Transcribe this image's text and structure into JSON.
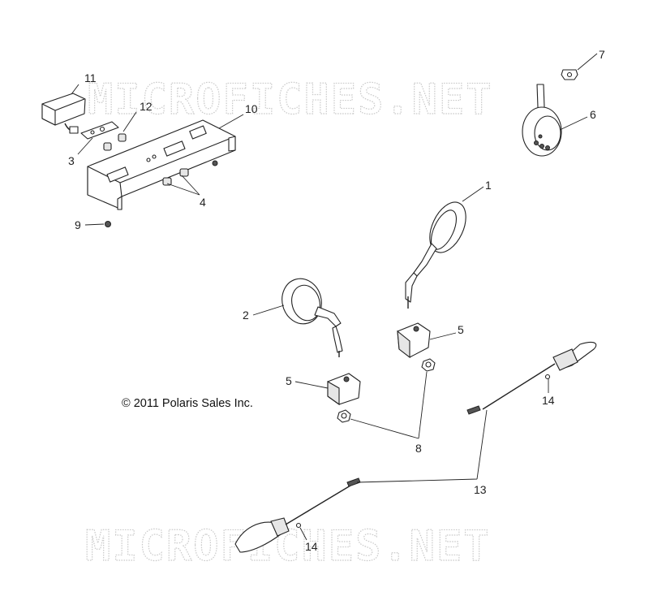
{
  "watermarks": {
    "top": "MICROFICHES.NET",
    "bottom": "MICROFICHES.NET"
  },
  "copyright": "© 2011 Polaris Sales Inc.",
  "callouts": {
    "c1": "1",
    "c2": "2",
    "c3": "3",
    "c4": "4",
    "c5a": "5",
    "c5b": "5",
    "c6": "6",
    "c7": "7",
    "c8": "8",
    "c9": "9",
    "c10": "10",
    "c11": "11",
    "c12": "12",
    "c13": "13",
    "c14a": "14",
    "c14b": "14"
  }
}
